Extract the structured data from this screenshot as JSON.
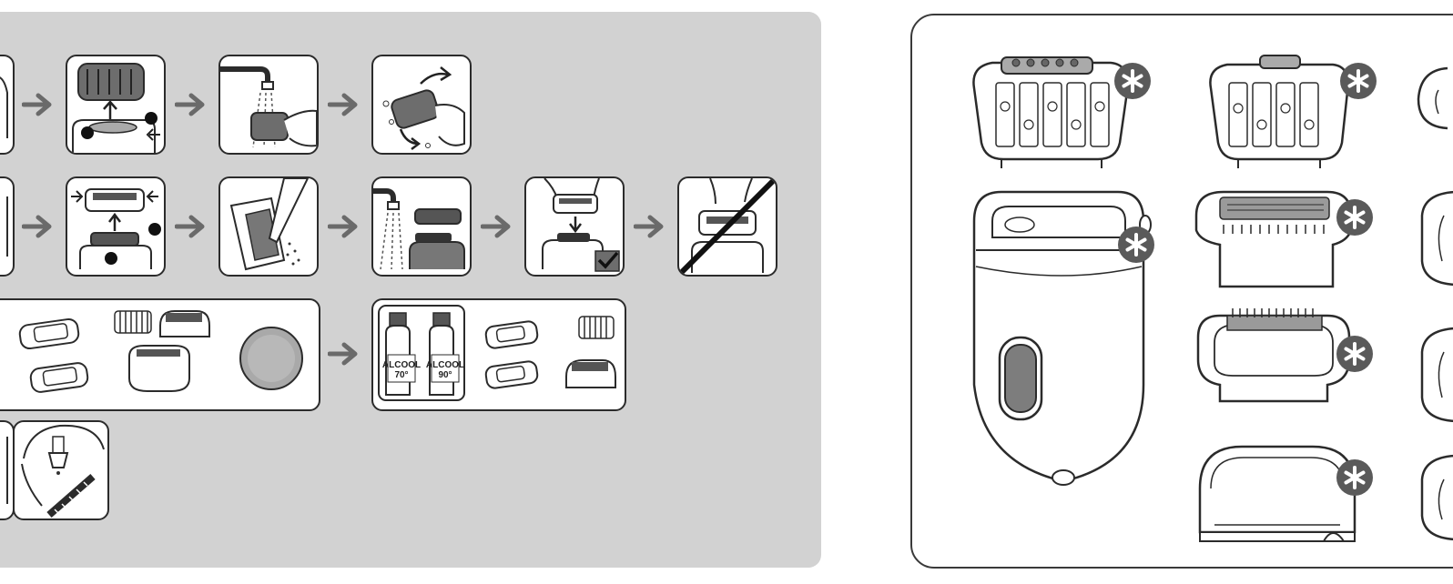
{
  "cleaning_steps": {
    "alcohol_bottles": [
      {
        "name": "ALCOOL",
        "strength": "70°"
      },
      {
        "name": "ALCOOL",
        "strength": "90°"
      }
    ]
  },
  "icons": {
    "flow_arrow": "arrow-right-icon",
    "step_one": "number-1-icon",
    "step_two": "number-2-icon",
    "checkmark": "checkmark-icon",
    "accessory_marker": "asterisk-icon"
  },
  "colors": {
    "panel_background": "#d2d2d2",
    "arrow": "#6a6a6a",
    "marker": "#5a5a5a",
    "outline": "#2b2b2b"
  }
}
